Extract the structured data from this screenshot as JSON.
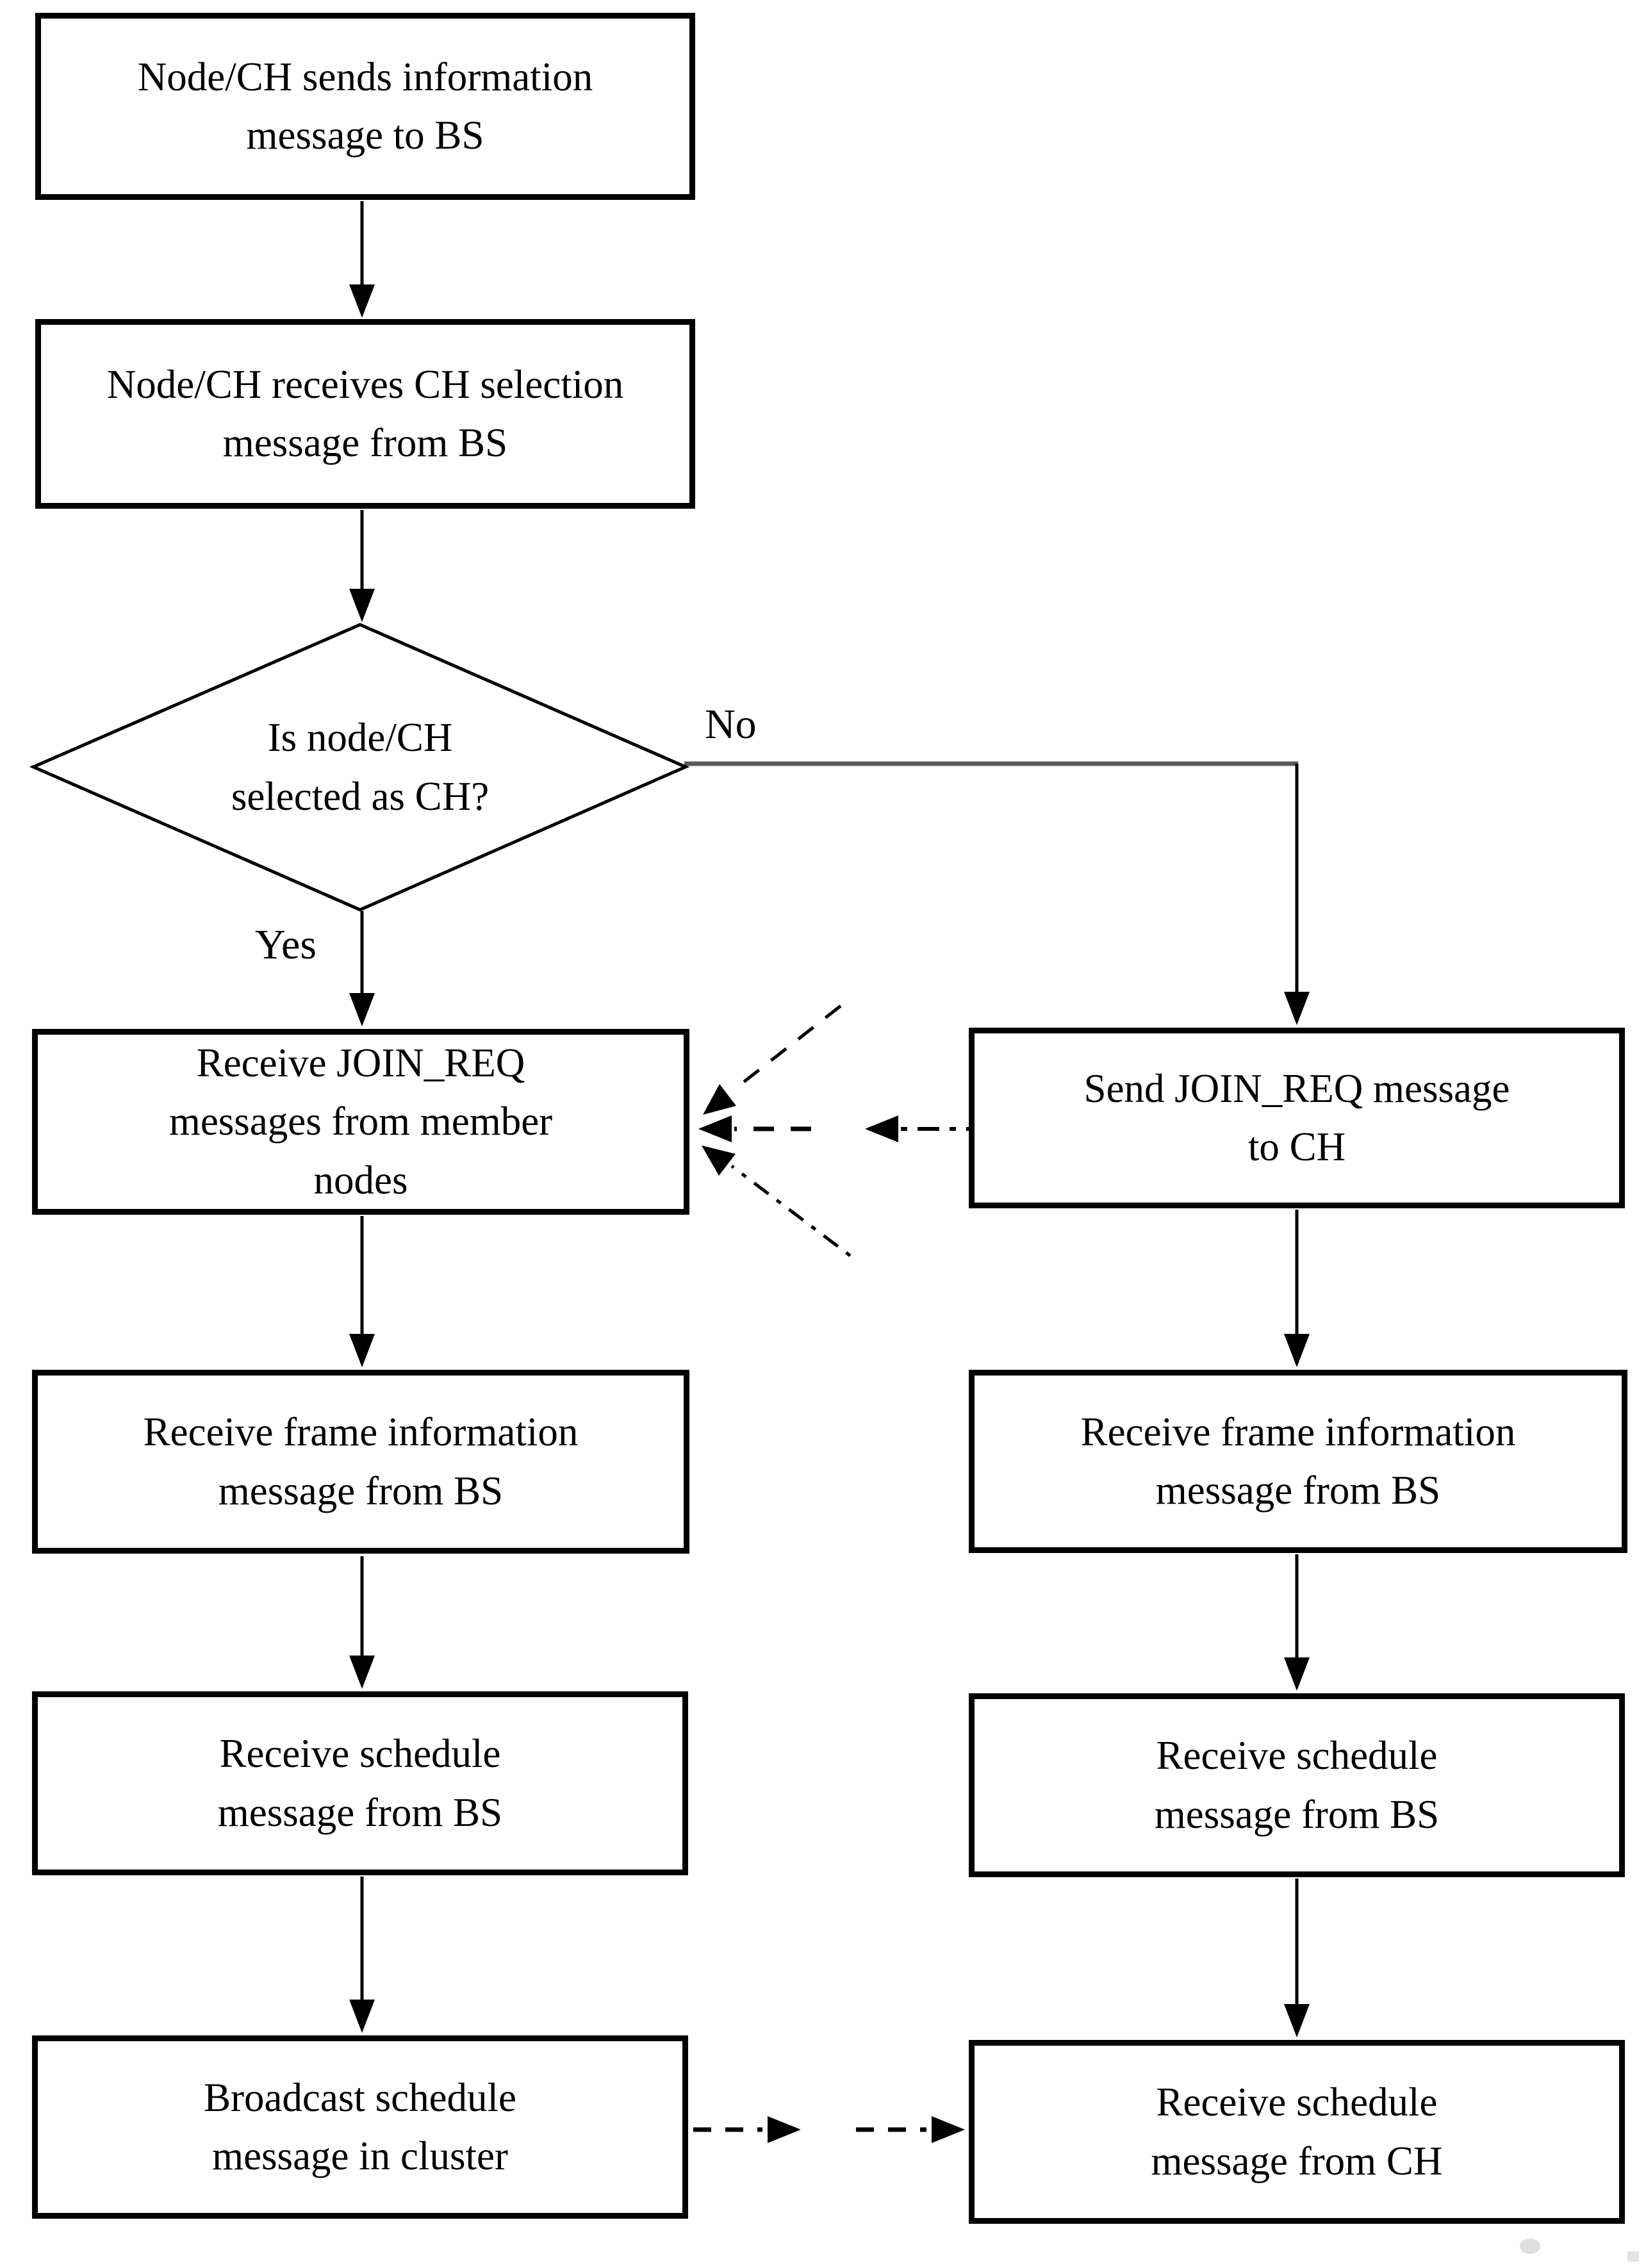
{
  "colors": {
    "ink": "#000000",
    "connector_gray": "#5a5a5a",
    "paper": "#ffffff"
  },
  "flowchart": {
    "start": {
      "label": "Node/CH sends information message to BS"
    },
    "receive_selection": {
      "label": "Node/CH receives CH selection message from BS"
    },
    "decision": {
      "label": "Is node/CH selected as CH?"
    },
    "branch_labels": {
      "yes": "Yes",
      "no": "No"
    },
    "ch_branch": {
      "receive_join": {
        "label": "Receive JOIN_REQ messages from member nodes"
      },
      "receive_frame": {
        "label": "Receive frame information message from BS"
      },
      "receive_schedule": {
        "label": "Receive schedule message from BS"
      },
      "broadcast_schedule": {
        "label": "Broadcast schedule message in cluster"
      }
    },
    "member_branch": {
      "send_join": {
        "label": "Send JOIN_REQ message to CH"
      },
      "receive_frame": {
        "label": "Receive frame information message from BS"
      },
      "receive_schedule": {
        "label": "Receive schedule message from BS"
      },
      "receive_schedule_ch": {
        "label": "Receive schedule message from CH"
      }
    }
  }
}
